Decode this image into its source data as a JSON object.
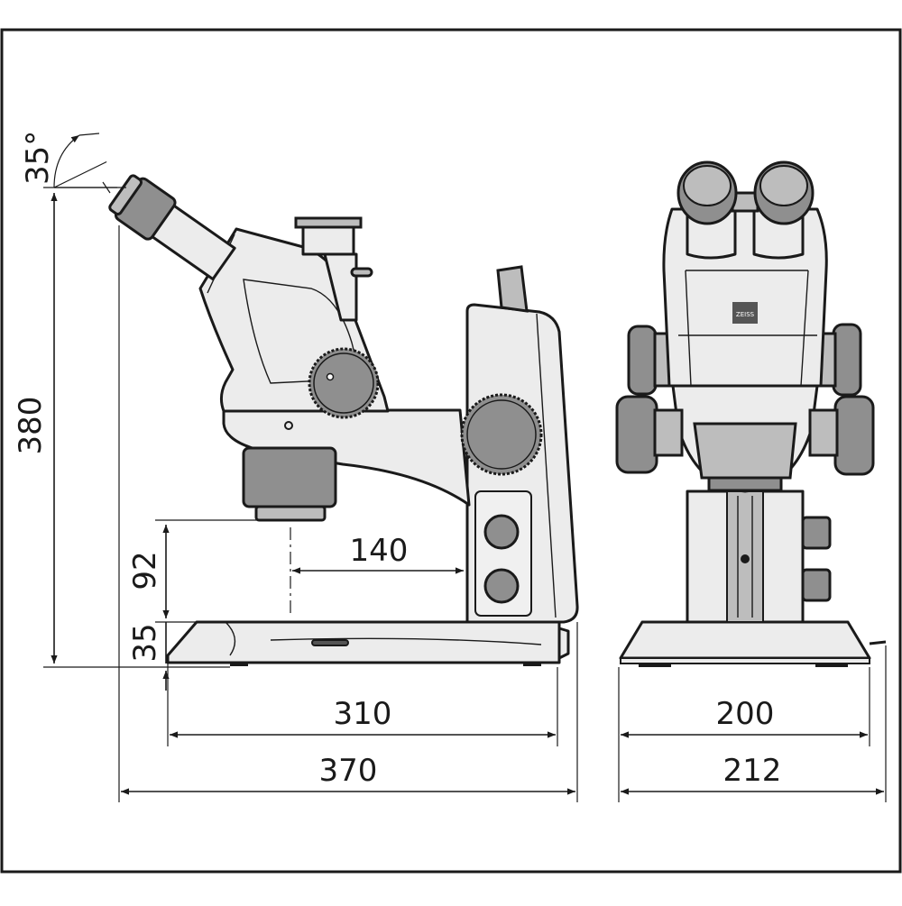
{
  "dimensions": {
    "angle": "35°",
    "total_height": "380",
    "working_distance": "92",
    "base_height": "35",
    "reach": "140",
    "base_depth": "310",
    "total_depth": "370",
    "base_width": "200",
    "total_width": "212"
  },
  "brand_mark": "ZEISS"
}
